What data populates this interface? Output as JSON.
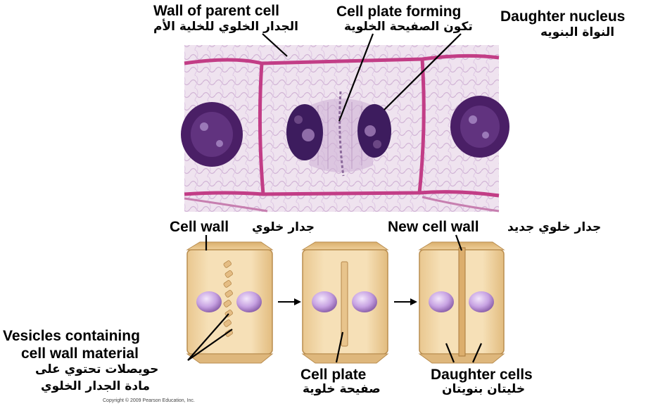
{
  "labels": {
    "wall_parent_en": "Wall of parent cell",
    "wall_parent_ar": "الجدار الخلوي للخلية الأم",
    "plate_forming_en": "Cell plate forming",
    "plate_forming_ar": "تكون الصفيحة الخلوية",
    "daughter_nucleus_en": "Daughter nucleus",
    "daughter_nucleus_ar": "النواة البنويه",
    "cell_wall_en": "Cell wall",
    "cell_wall_ar": "جدار خلوي",
    "new_cell_wall_en": "New cell wall",
    "new_cell_wall_ar": "جدار خلوي جديد",
    "vesicles_en_1": "Vesicles containing",
    "vesicles_en_2": "cell wall material",
    "vesicles_ar_1": "حويصلات تحتوي على",
    "vesicles_ar_2": "مادة الجدار الخلوي",
    "cell_plate_en": "Cell plate",
    "cell_plate_ar": "صفيحة خلوية",
    "daughter_cells_en": "Daughter cells",
    "daughter_cells_ar": "خليتان بنويتان"
  },
  "copyright": "Copyright © 2009 Pearson Education, Inc.",
  "colors": {
    "micrograph_bg": "#efe3ef",
    "cell_wall_magenta": "#c23d86",
    "chromatin": "#3d1c5e",
    "cell_fill": "#f3d9a8",
    "cell_edge": "#b98d4f",
    "nucleus": "#c9a3e6"
  }
}
